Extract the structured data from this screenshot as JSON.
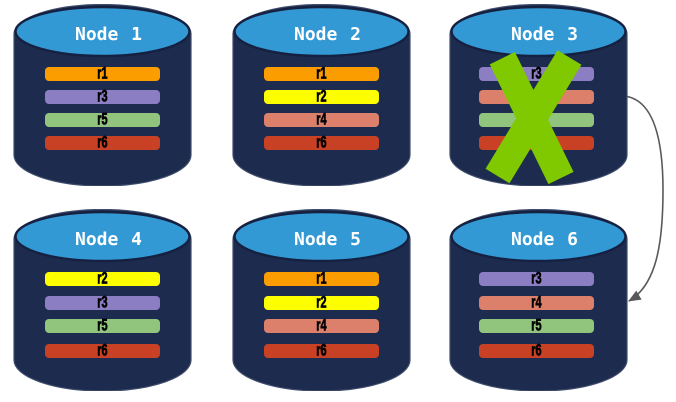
{
  "colors": {
    "background": "#FFFFFF",
    "cylinder_body": "#1C2B4E",
    "cylinder_outline": "#3F4C6B",
    "cylinder_top": "#3299D5",
    "node_label_text": "#FFFFFF",
    "replica_label_text": "#000000",
    "failure_cross": "#80C800",
    "arrow": "#595959"
  },
  "nodes": [
    {
      "name": "Node 1",
      "replicas": [
        {
          "label": "r1",
          "color": "#FB9D00"
        },
        {
          "label": "r3",
          "color": "#8C7EC3"
        },
        {
          "label": "r5",
          "color": "#91C47C"
        },
        {
          "label": "r6",
          "color": "#C94124"
        }
      ]
    },
    {
      "name": "Node 2",
      "replicas": [
        {
          "label": "r1",
          "color": "#FB9D00"
        },
        {
          "label": "r2",
          "color": "#FDFF00"
        },
        {
          "label": "r4",
          "color": "#DC806C"
        },
        {
          "label": "r6",
          "color": "#C94124"
        }
      ]
    },
    {
      "name": "Node 3",
      "replicas": [
        {
          "label": "r3",
          "color": "#8C7EC3"
        },
        {
          "label": "r4",
          "color": "#DC806C"
        },
        {
          "label": "r5",
          "color": "#91C47C"
        },
        {
          "label": "r6",
          "color": "#C94124"
        }
      ]
    },
    {
      "name": "Node 4",
      "replicas": [
        {
          "label": "r2",
          "color": "#FDFF00"
        },
        {
          "label": "r3",
          "color": "#8C7EC3"
        },
        {
          "label": "r5",
          "color": "#91C47C"
        },
        {
          "label": "r6",
          "color": "#C94124"
        }
      ]
    },
    {
      "name": "Node 5",
      "replicas": [
        {
          "label": "r1",
          "color": "#FB9D00"
        },
        {
          "label": "r2",
          "color": "#FDFF00"
        },
        {
          "label": "r4",
          "color": "#DC806C"
        },
        {
          "label": "r6",
          "color": "#C94124"
        }
      ]
    },
    {
      "name": "Node 6",
      "replicas": [
        {
          "label": "r3",
          "color": "#8C7EC3"
        },
        {
          "label": "r4",
          "color": "#DC806C"
        },
        {
          "label": "r5",
          "color": "#91C47C"
        },
        {
          "label": "r6",
          "color": "#C94124"
        }
      ]
    }
  ],
  "failure_marker": {
    "on_node": "Node 3",
    "symbol": "X"
  },
  "arrow": {
    "from": "Node 3",
    "to": "Node 6"
  }
}
